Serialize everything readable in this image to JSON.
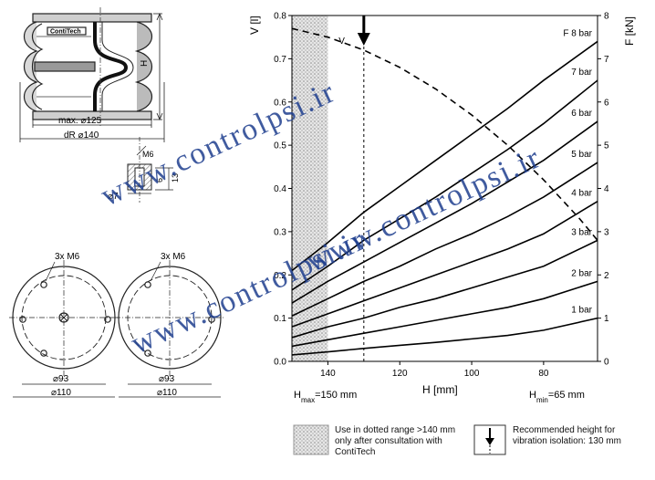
{
  "drawing": {
    "brand": "ContiTech",
    "dim_h": "H",
    "dim_max": "max. ⌀125",
    "dim_dr": "dR ⌀140",
    "dim_m6": "M6",
    "dim_13": "13",
    "dim_6": "6",
    "dim_7": "⌀7",
    "top_left_thread": "3x M6",
    "top_right_thread": "3x M6",
    "left_d93": "⌀93",
    "left_d110": "⌀110",
    "right_d93": "⌀93",
    "right_d110": "⌀110"
  },
  "chart_data": {
    "type": "line",
    "x_label": "H [mm]",
    "y_left_label": "V [l]",
    "y_right_label": "F [kN]",
    "x_ticks": [
      140,
      120,
      100,
      80
    ],
    "x_range": [
      150,
      65
    ],
    "y_left_ticks": [
      "0.0",
      "0.1",
      "0.2",
      "0.3",
      "0.4",
      "0.5",
      "0.6",
      "0.7",
      "0.8"
    ],
    "y_left_range": [
      0,
      0.8
    ],
    "y_right_ticks": [
      "0",
      "1",
      "2",
      "3",
      "4",
      "5",
      "6",
      "7",
      "8"
    ],
    "y_right_range": [
      0,
      8
    ],
    "hmax_label": "max",
    "hmax_value": "=150 mm",
    "hmin_label": "min",
    "hmin_value": "=65 mm",
    "h_letter": "H",
    "volume_label": "V",
    "dotted_region_x": [
      150,
      140
    ],
    "recommended_height": 130,
    "volume_curve": {
      "name": "V",
      "x": [
        150,
        140,
        130,
        120,
        110,
        100,
        90,
        80,
        70,
        65
      ],
      "y": [
        0.77,
        0.75,
        0.72,
        0.68,
        0.63,
        0.57,
        0.5,
        0.42,
        0.33,
        0.28
      ]
    },
    "series": [
      {
        "name": "F 8 bar",
        "x": [
          150,
          140,
          130,
          120,
          110,
          100,
          90,
          80,
          65
        ],
        "y": [
          2.1,
          2.75,
          3.45,
          4.05,
          4.65,
          5.25,
          5.85,
          6.5,
          7.4
        ]
      },
      {
        "name": "7 bar",
        "x": [
          150,
          140,
          130,
          120,
          110,
          100,
          90,
          80,
          65
        ],
        "y": [
          1.65,
          2.2,
          2.8,
          3.3,
          3.8,
          4.35,
          4.9,
          5.5,
          6.5
        ]
      },
      {
        "name": "6 bar",
        "x": [
          150,
          140,
          130,
          120,
          110,
          100,
          90,
          80,
          65
        ],
        "y": [
          1.35,
          1.85,
          2.3,
          2.75,
          3.2,
          3.65,
          4.15,
          4.65,
          5.55
        ]
      },
      {
        "name": "5 bar",
        "x": [
          150,
          140,
          130,
          120,
          110,
          100,
          90,
          80,
          65
        ],
        "y": [
          1.05,
          1.45,
          1.85,
          2.2,
          2.6,
          2.95,
          3.35,
          3.8,
          4.6
        ]
      },
      {
        "name": "4 bar",
        "x": [
          150,
          140,
          130,
          120,
          110,
          100,
          90,
          80,
          65
        ],
        "y": [
          0.8,
          1.1,
          1.4,
          1.7,
          2.0,
          2.3,
          2.6,
          2.95,
          3.7
        ]
      },
      {
        "name": "3 bar",
        "x": [
          150,
          140,
          130,
          120,
          110,
          100,
          90,
          80,
          65
        ],
        "y": [
          0.55,
          0.8,
          1.0,
          1.25,
          1.45,
          1.7,
          1.95,
          2.2,
          2.8
        ]
      },
      {
        "name": "2 bar",
        "x": [
          150,
          140,
          130,
          120,
          110,
          100,
          90,
          80,
          65
        ],
        "y": [
          0.35,
          0.5,
          0.65,
          0.8,
          0.95,
          1.1,
          1.25,
          1.45,
          1.85
        ]
      },
      {
        "name": "1 bar",
        "x": [
          150,
          140,
          130,
          120,
          110,
          100,
          90,
          80,
          65
        ],
        "y": [
          0.15,
          0.22,
          0.3,
          0.37,
          0.44,
          0.52,
          0.6,
          0.72,
          1.0
        ]
      }
    ]
  },
  "legend": {
    "dotted_note": "Use in dotted range >140 mm only after consultation with ContiTech",
    "arrow_note": "Recommended height for vibration isolation: 130 mm"
  },
  "watermark": {
    "text1": "www.controlpsi.ir",
    "text2": "www.controlpsi.ir",
    "text3": "www.controlpsi.ir",
    "color": "#1f3f8f"
  }
}
